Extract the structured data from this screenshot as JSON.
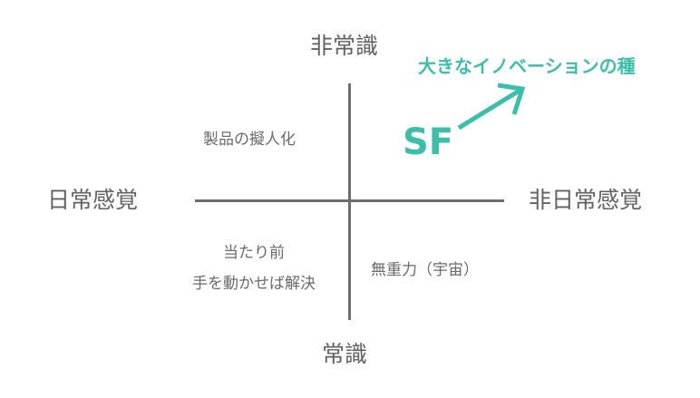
{
  "axes": {
    "top": "非常識",
    "bottom": "常識",
    "left": "日常感覚",
    "right": "非日常感覚"
  },
  "quadrants": {
    "top_left": "製品の擬人化",
    "bottom_left_line1": "当たり前",
    "bottom_left_line2": "手を動かせば解決",
    "bottom_right": "無重力（宇宙）"
  },
  "highlight": {
    "label": "SF",
    "annotation": "大きなイノベーションの種",
    "color": "#3cbfaa"
  },
  "line_color": "#6e6e6e"
}
